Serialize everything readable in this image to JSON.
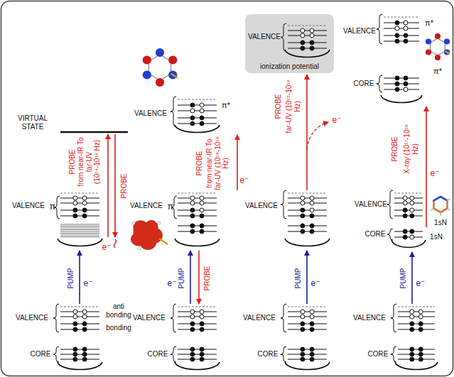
{
  "diagram": {
    "nodes": [
      {
        "text": [
          "VALENCE",
          "ionization potential"
        ]
      }
    ],
    "labels": [
      "VIRTUAL STATE",
      "PROBE",
      "from near-IR To far-UV (10¹⁴-10¹⁶ Hz)",
      "e⁻",
      "PROBE",
      "VALENCE",
      "π",
      "PUMP",
      "e⁻",
      "anti bonding",
      "VALENCE",
      "bonding",
      "CORE",
      "VALENCE",
      "π*",
      "PROBE",
      "from near-IR To far-UV (10¹⁴-10¹⁶ Hz)",
      "e⁻",
      "VALENCE",
      "π",
      "PUMP",
      "e⁻",
      "PROBE",
      "VALENCE",
      "CORE",
      "PROBE",
      "far-UV (10¹⁵-10¹⁶ Hz)",
      "e⁻",
      "VALENCE",
      "PUMP",
      "e⁻",
      "VALENCE",
      "CORE",
      "VALENCE",
      "π*",
      "CORE",
      "π*",
      "PROBE",
      "X-ray (10¹⁷-10¹⁸ Hz)",
      "e⁻",
      "VALENCE",
      "CORE",
      "1sN",
      "1sN",
      "PUMP",
      "e⁻",
      "VALENCE",
      "CORE"
    ]
  }
}
